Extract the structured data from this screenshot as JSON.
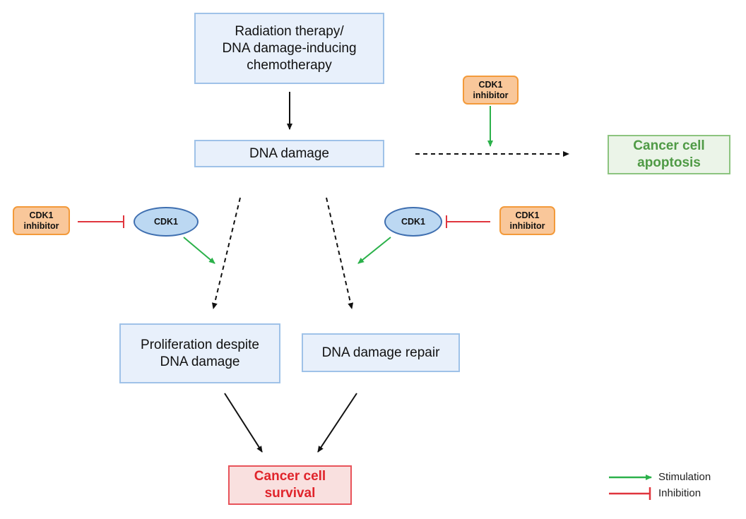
{
  "nodes": {
    "radiation": "Radiation therapy/\nDNA damage-inducing\nchemotherapy",
    "dna_damage": "DNA damage",
    "apoptosis": "Cancer cell\napoptosis",
    "proliferation": "Proliferation despite\nDNA damage",
    "repair": "DNA damage repair",
    "survival": "Cancer cell\nsurvival",
    "inhibitor_top": "CDK1\ninhibitor",
    "inhibitor_left": "CDK1\ninhibitor",
    "inhibitor_right": "CDK1\ninhibitor",
    "cdk1_left": "CDK1",
    "cdk1_right": "CDK1"
  },
  "legend": {
    "stimulation": "Stimulation",
    "inhibition": "Inhibition"
  },
  "colors": {
    "stimulation": "#2bb14a",
    "inhibition": "#e0353d",
    "neutral": "#111111"
  }
}
